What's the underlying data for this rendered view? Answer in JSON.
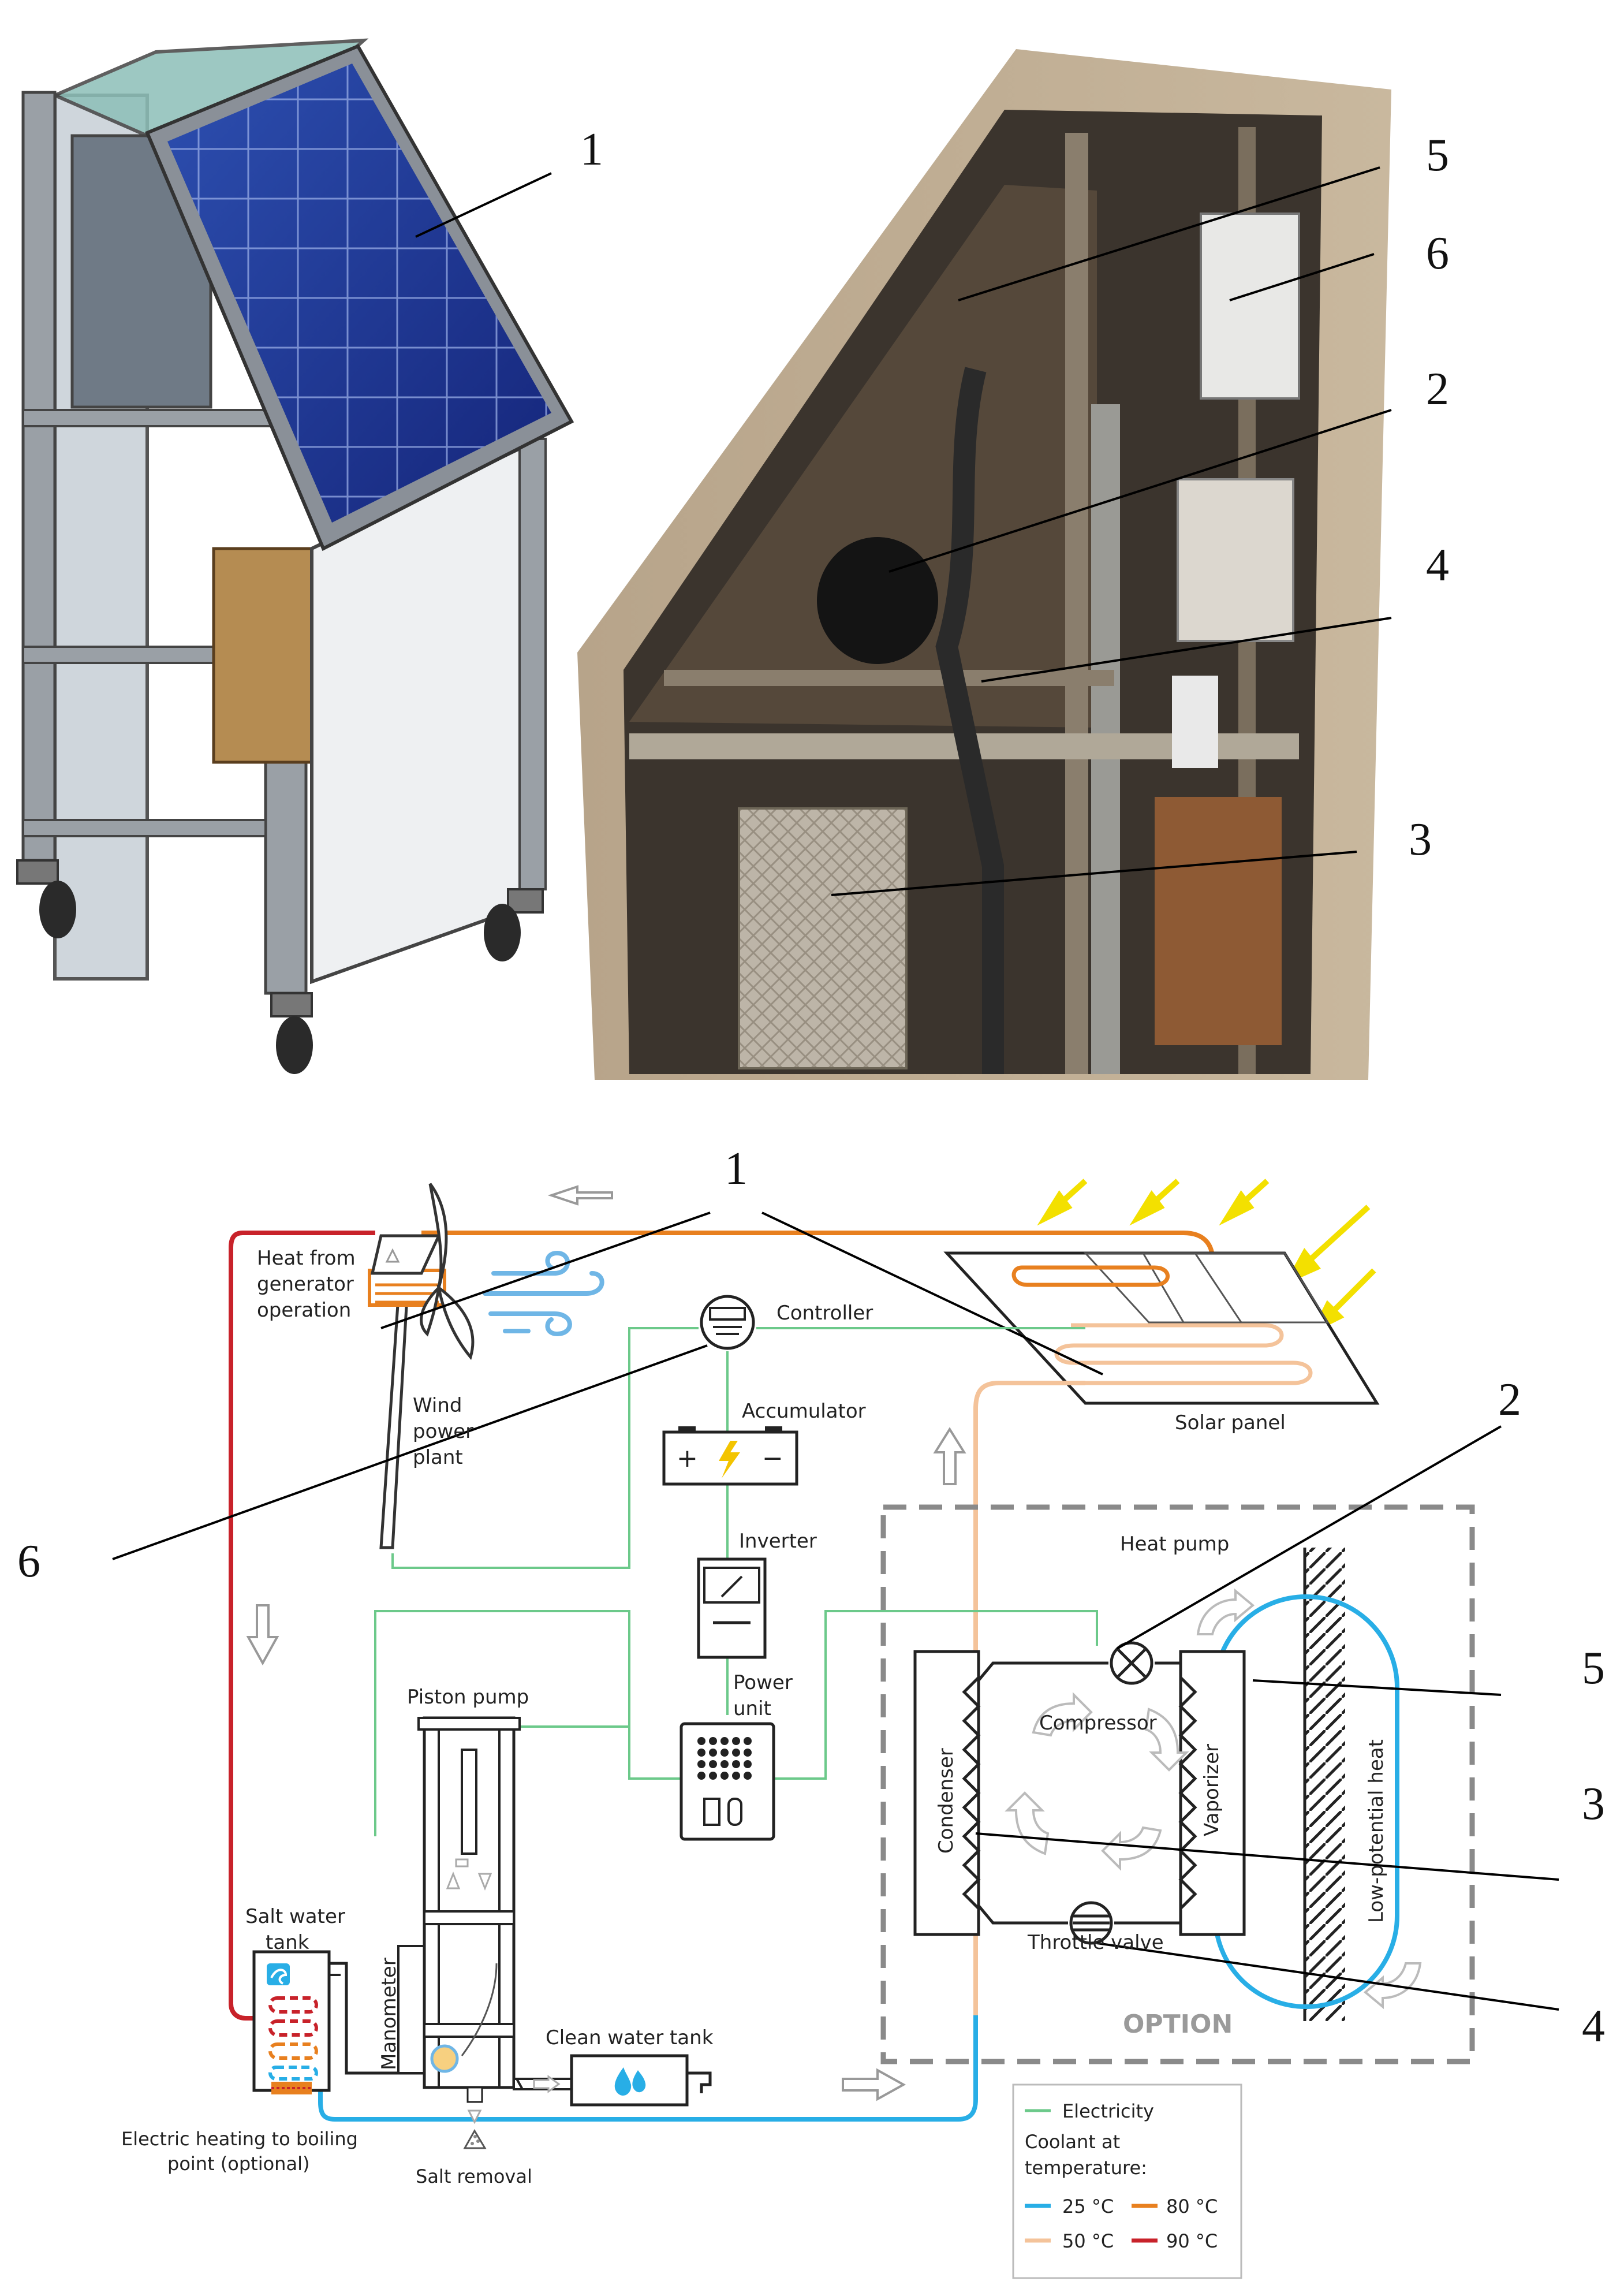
{
  "callouts": {
    "n1": "1",
    "n2": "2",
    "n3": "3",
    "n4": "4",
    "n5": "5",
    "n6": "6"
  },
  "labels": {
    "heat_from_generator": [
      "Heat from",
      "generator",
      "operation"
    ],
    "wind_power_plant": [
      "Wind",
      "power",
      "plant"
    ],
    "controller": "Controller",
    "accumulator": "Accumulator",
    "solar_panel": "Solar panel",
    "inverter": "Inverter",
    "power_unit": [
      "Power",
      "unit"
    ],
    "heat_pump": "Heat pump",
    "compressor": "Compressor",
    "condenser": "Condenser",
    "vaporizer": "Vaporizer",
    "low_potential_heat": "Low-potential heat",
    "throttle_valve": "Throttle valve",
    "option": "OPTION",
    "piston_pump": "Piston pump",
    "salt_water_tank": [
      "Salt water",
      "tank"
    ],
    "manometer": "Manometer",
    "clean_water_tank": "Clean water tank",
    "electric_heating": [
      "Electric heating to boiling",
      "point (optional)"
    ],
    "salt_removal": "Salt removal"
  },
  "legend": {
    "electricity": "Electricity",
    "coolant_title": [
      "Coolant at",
      "temperature:"
    ],
    "t25": "25 °C",
    "t50": "50 °C",
    "t80": "80 °C",
    "t90": "90 °C"
  },
  "colors": {
    "electricity": "#6cc98a",
    "t25": "#28aee6",
    "t50": "#f4c39a",
    "t80": "#e8801f",
    "t90": "#c8222a",
    "dashed_border": "#8a8a8a",
    "sun_arrows": "#f3e000"
  }
}
